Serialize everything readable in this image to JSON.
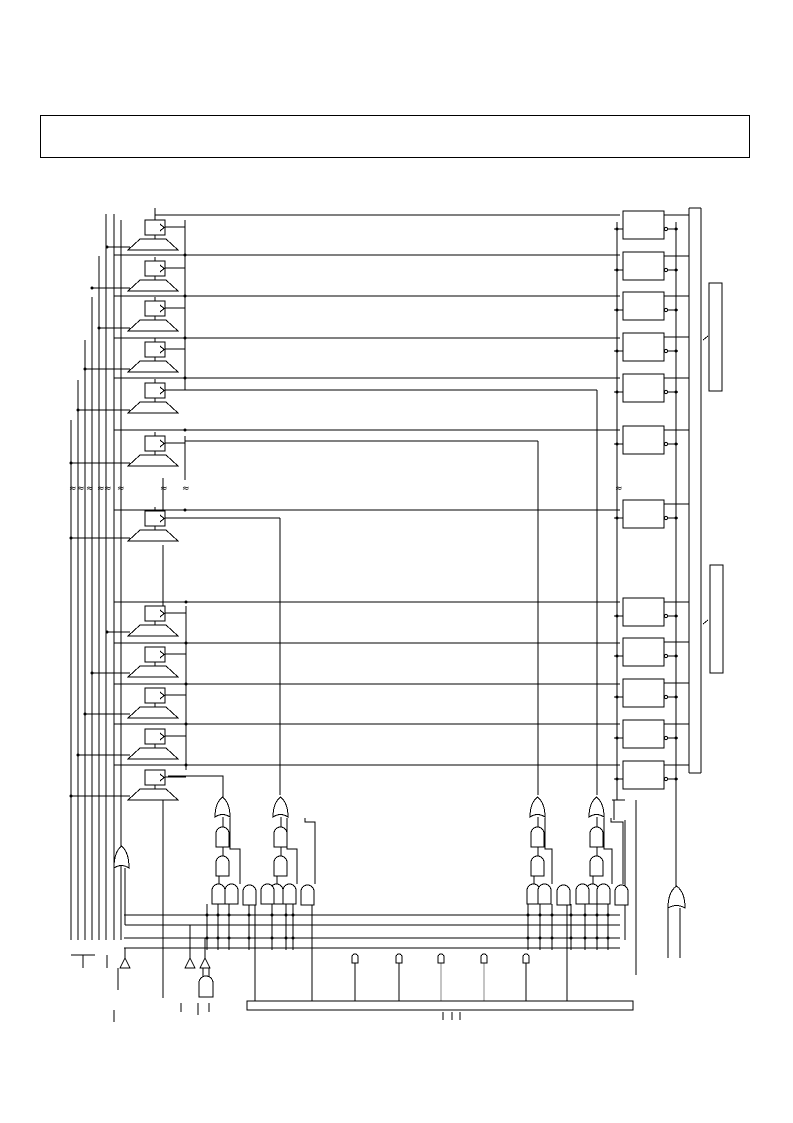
{
  "title": "",
  "colors": {
    "line": "#000000",
    "background": "#ffffff",
    "faint_line": "#888888"
  },
  "diagram": {
    "kind": "logic-schematic",
    "upper_stage_count": 7,
    "lower_stage_count": 5,
    "right_register_count": 12,
    "break_symbol": "≈"
  }
}
